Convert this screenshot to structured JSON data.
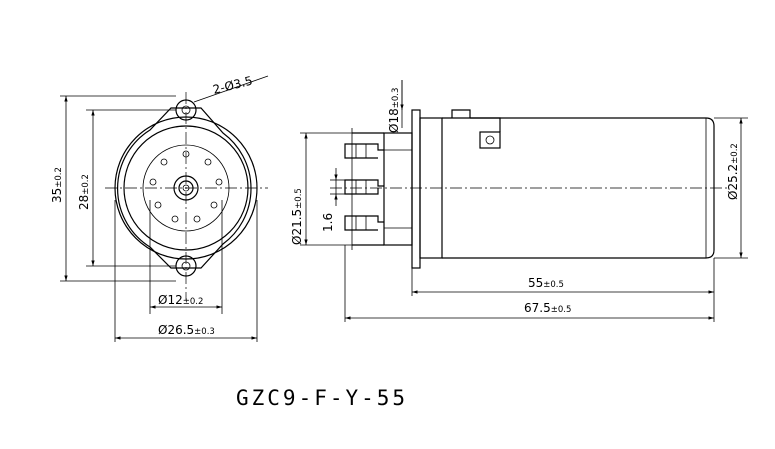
{
  "model": "GZC9-F-Y-55",
  "front_view": {
    "holes_dim": "2-Ø3.5",
    "height_outer": "35",
    "height_outer_tol": "±0.2",
    "height_inner": "28",
    "height_inner_tol": "±0.2",
    "center_dia": "Ø12",
    "center_dia_tol": "±0.2",
    "body_dia": "Ø26.5",
    "body_dia_tol": "±0.3"
  },
  "side_view": {
    "flange_dia": "Ø18",
    "flange_dia_tol": "±0.3",
    "pin_circle_dia": "Ø21.5",
    "pin_circle_dia_tol": "±0.5",
    "pin_size": "1.6",
    "shield_dia": "Ø25.2",
    "shield_dia_tol": "±0.2",
    "shield_len": "55",
    "shield_len_tol": "±0.5",
    "total_len": "67.5",
    "total_len_tol": "±0.5"
  }
}
